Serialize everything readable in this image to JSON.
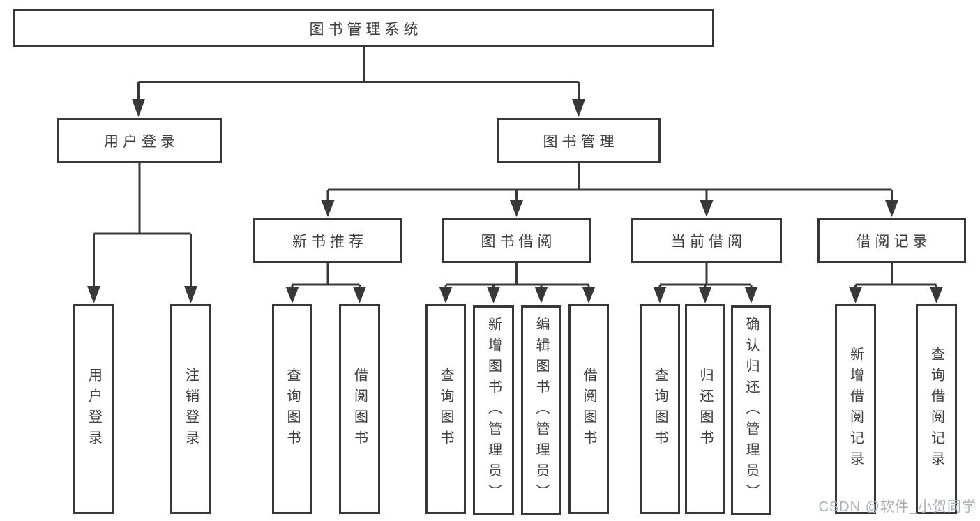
{
  "tree": {
    "root": {
      "label": "图书管理系统"
    },
    "branches": [
      {
        "label": "用户登录",
        "children": [
          {
            "label": "用户登录"
          },
          {
            "label": "注销登录"
          }
        ]
      },
      {
        "label": "图书管理",
        "children": [
          {
            "label": "新书推荐",
            "children": [
              {
                "label": "查询图书"
              },
              {
                "label": "借阅图书"
              }
            ]
          },
          {
            "label": "图书借阅",
            "children": [
              {
                "label": "查询图书"
              },
              {
                "label": "新增图书（管理员）"
              },
              {
                "label": "编辑图书（管理员）"
              },
              {
                "label": "借阅图书"
              }
            ]
          },
          {
            "label": "当前借阅",
            "children": [
              {
                "label": "查询图书"
              },
              {
                "label": "归还图书"
              },
              {
                "label": "确认归还（管理员）"
              }
            ]
          },
          {
            "label": "借阅记录",
            "children": [
              {
                "label": "新增借阅记录"
              },
              {
                "label": "查询借阅记录"
              }
            ]
          }
        ]
      }
    ]
  },
  "watermark": "CSDN @软件_小贺同学",
  "colors": {
    "line": "#383838",
    "text": "#404040",
    "watermark": "#a9afb8",
    "background": "#ffffff"
  }
}
